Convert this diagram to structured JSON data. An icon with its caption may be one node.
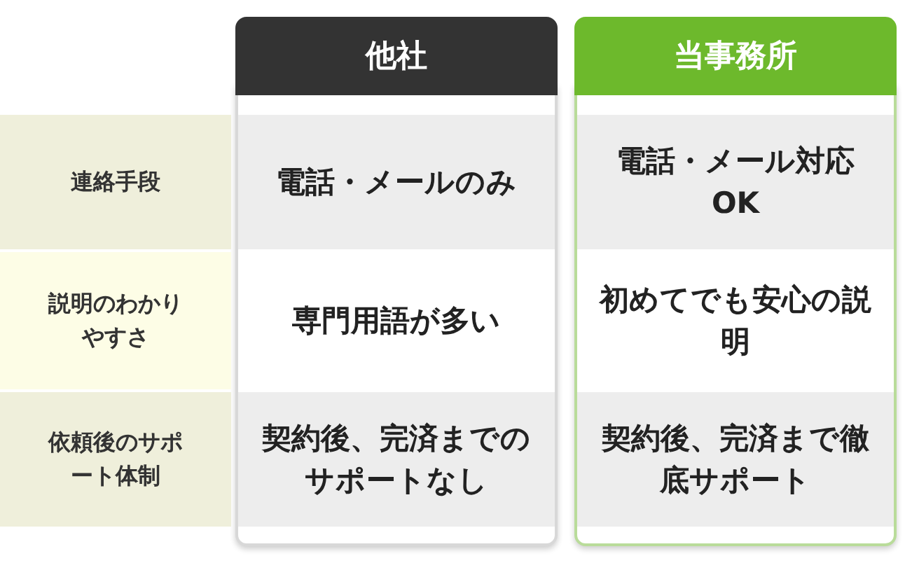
{
  "diagram": {
    "labels": [
      "他社",
      "当事務所",
      "連絡手段",
      "電話・メールのみ",
      "電話・メール対応OK",
      "説明のわかりやすさ",
      "専門用語が多い",
      "初めてでも安心の説明",
      "依頼後のサポート体制",
      "契約後、完済までのサポートなし",
      "契約後、完済まで徹底サポート"
    ]
  }
}
